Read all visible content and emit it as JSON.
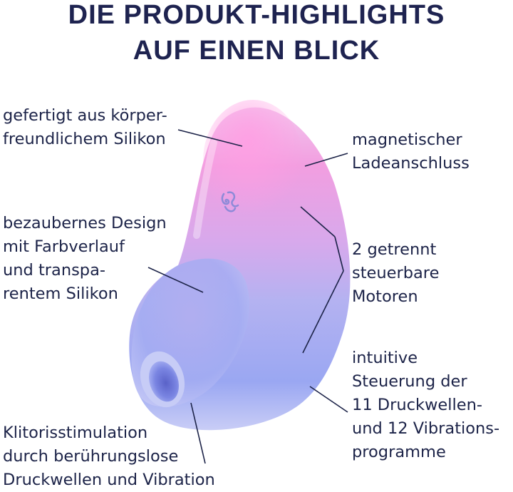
{
  "title": {
    "line1": "DIE PRODUKT-HIGHLIGHTS",
    "line2": "AUF EINEN BLICK"
  },
  "features": {
    "silikon": {
      "lines": [
        "gefertigt aus körper-",
        "freundlichem Silikon"
      ]
    },
    "design": {
      "lines": [
        "bezaubernes Design",
        "mit Farbverlauf",
        "und transpa-",
        "rentem Silikon"
      ]
    },
    "stimulation": {
      "lines": [
        "Klitorisstimulation",
        "durch berührungslose",
        "Druckwellen und Vibration"
      ]
    },
    "ladeanschluss": {
      "lines": [
        "magnetischer",
        "Ladeanschluss"
      ]
    },
    "motoren": {
      "lines": [
        "2 getrennt",
        "steuerbare",
        "Motoren"
      ]
    },
    "steuerung": {
      "lines": [
        "intuitive",
        "Steuerung der",
        "11 Druckwellen-",
        "und 12 Vibrations-",
        "programme"
      ]
    }
  },
  "colors": {
    "text": "#1c2348",
    "product_pink": "#f29ee0",
    "product_lavender": "#b8b4f2",
    "product_blue": "#8f9cf0"
  },
  "icons": {
    "brand_logo": "satisfyer-swirl-logo"
  }
}
